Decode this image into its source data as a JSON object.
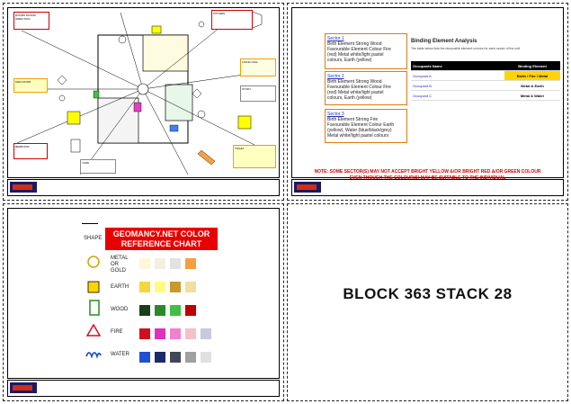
{
  "sheet_floorplan": {
    "notes": [
      "DOORS FACING DIRECTION",
      "MAIN DOOR",
      "BEDROOM",
      "KITCHEN",
      "LIVING HALL",
      "STUDY",
      "TOILET",
      "YARD"
    ]
  },
  "sheet_analysis": {
    "boxes": [
      {
        "header": "Sector 1",
        "lines": [
          "Birth Element Strong Wood",
          "Favourable Element Colour Fire",
          "(red) Metal white/light pastel",
          "colours, Earth (yellow)"
        ]
      },
      {
        "header": "Sector 2",
        "lines": [
          "Birth Element Strong Wood",
          "Favourable Element Colour Fire",
          "(red) Metal white/light pastel",
          "colours, Earth (yellow)"
        ]
      },
      {
        "header": "Sector 3",
        "lines": [
          "Birth Element Strong Fire",
          "Favourable Element Colour Earth",
          "(yellow), Water (blue/black/grey)",
          "Metal white/light pastel colours"
        ]
      }
    ],
    "table_title": "Binding Element Analysis",
    "table_intro": "The table below lists the favourable element colours for each sector of the unit.",
    "table_header": [
      "Occupants Name",
      "Binding Element"
    ],
    "table_rows": [
      {
        "name": "Occupant A",
        "element": "Earth / Fire / Metal"
      },
      {
        "name": "Occupant B",
        "element": "Metal & Earth"
      },
      {
        "name": "Occupant C",
        "element": "Metal & Water"
      }
    ],
    "warning_line1": "NOTE: SOME SECTOR(S) MAY NOT ACCEPT BRIGHT YELLOW &/OR BRIGHT RED &/OR GREEN COLOUR",
    "warning_line2": "EVEN THOUGH THE COLOUR(S) MAY BE SUITABLE TO THE INDIVIDUAL"
  },
  "sheet_colorchart": {
    "shape_label": "SHAPE",
    "title_line1": "GEOMANCY.NET COLOR",
    "title_line2": "REFERENCE CHART",
    "elements": [
      {
        "name": "METAL OR GOLD",
        "icon": "circle-icon",
        "colors": [
          "#fdf6d8",
          "#f5efe0",
          "#e2e2e2",
          "#f5a040"
        ]
      },
      {
        "name": "EARTH",
        "icon": "square-icon",
        "colors": [
          "#f6d63a",
          "#fffa80",
          "#c89a28",
          "#f0e0a0"
        ]
      },
      {
        "name": "WOOD",
        "icon": "rectangle-icon",
        "colors": [
          "#1a3d1a",
          "#2a8a2a",
          "#40c040",
          "#c00000"
        ]
      },
      {
        "name": "FIRE",
        "icon": "triangle-icon",
        "colors": [
          "#d01020",
          "#e030c0",
          "#f080d0",
          "#f6c0c8",
          "#c8c8e0"
        ]
      },
      {
        "name": "WATER",
        "icon": "wave-icon",
        "colors": [
          "#2050d0",
          "#1a2a6a",
          "#404858",
          "#a0a0a0",
          "#e0e0e0"
        ]
      }
    ]
  },
  "sheet_block": {
    "title": "BLOCK 363 STACK 28"
  }
}
